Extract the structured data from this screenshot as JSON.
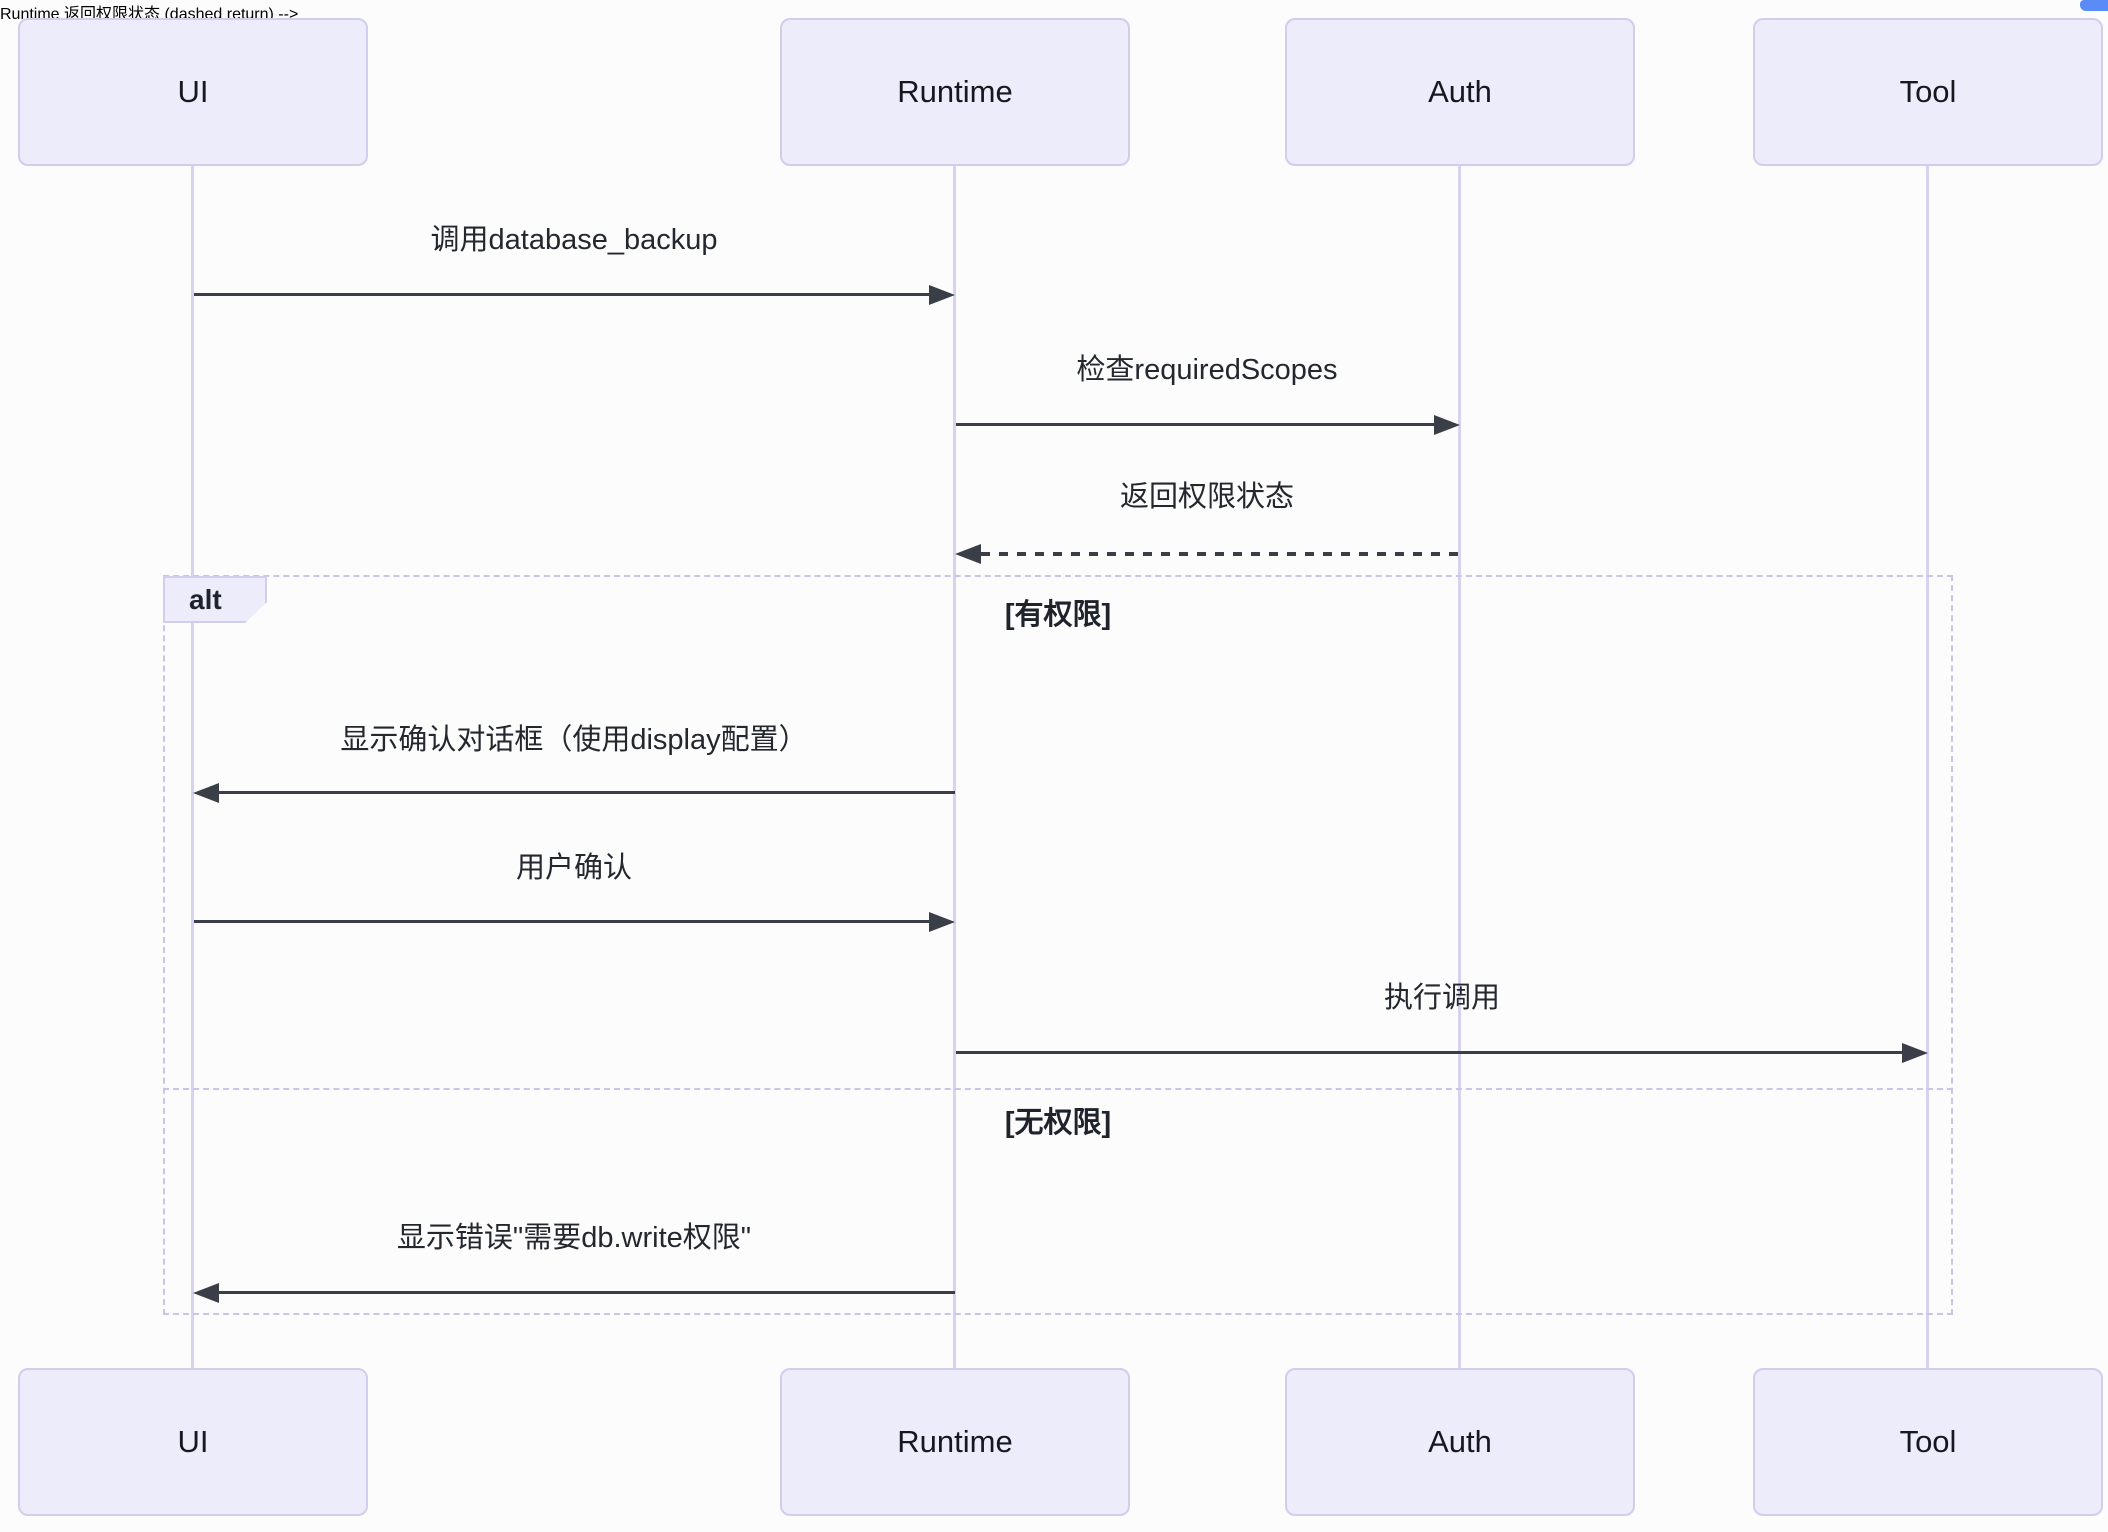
{
  "diagram": {
    "type": "sequence-diagram",
    "participants": [
      {
        "label": "UI"
      },
      {
        "label": "Runtime"
      },
      {
        "label": "Auth"
      },
      {
        "label": "Tool"
      }
    ],
    "messages": [
      {
        "from": "UI",
        "to": "Runtime",
        "text": "调用database_backup",
        "line": "solid"
      },
      {
        "from": "Runtime",
        "to": "Auth",
        "text": "检查requiredScopes",
        "line": "solid"
      },
      {
        "from": "Auth",
        "to": "Runtime",
        "text": "返回权限状态",
        "line": "dashed"
      },
      {
        "from": "Runtime",
        "to": "UI",
        "text": "显示确认对话框（使用display配置）",
        "line": "solid"
      },
      {
        "from": "UI",
        "to": "Runtime",
        "text": "用户确认",
        "line": "solid"
      },
      {
        "from": "Runtime",
        "to": "Tool",
        "text": "执行调用",
        "line": "solid"
      },
      {
        "from": "Runtime",
        "to": "UI",
        "text": "显示错误\"需要db.write权限\"",
        "line": "solid"
      }
    ],
    "alt_frame": {
      "label": "alt",
      "sections": [
        {
          "condition": "[有权限]"
        },
        {
          "condition": "[无权限]"
        }
      ]
    },
    "colors": {
      "participant_fill": "#ECECFB",
      "participant_border": "#D3CCEC",
      "lifeline": "#D8D2F0",
      "arrow": "#3A3E46",
      "frame_border": "#CBC4E9",
      "text": "#23272E",
      "accent_chip": "#5A8CF8"
    }
  }
}
